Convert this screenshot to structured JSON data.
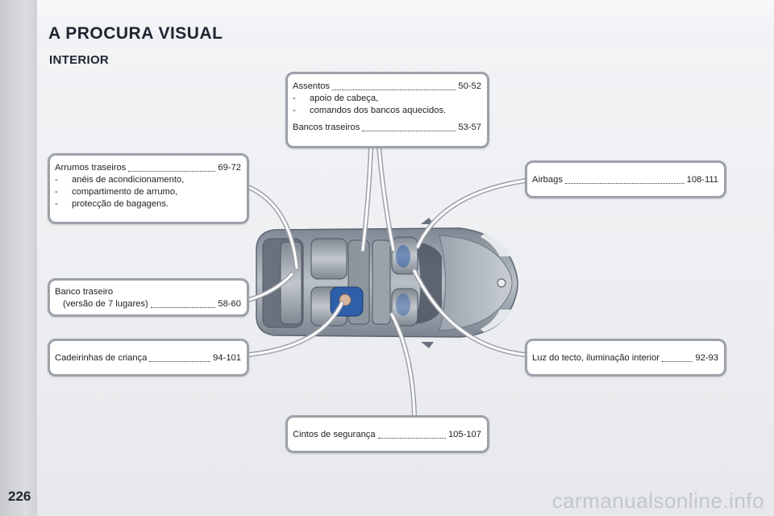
{
  "header": {
    "title": "A PROCURA VISUAL",
    "subtitle": "INTERIOR"
  },
  "page_number": "226",
  "watermark": "carmanualsonline.info",
  "callouts": {
    "assentos": {
      "label": "Assentos",
      "pages": "50-52",
      "items": [
        "apoio de cabeça,",
        "comandos dos bancos aquecidos."
      ],
      "second_label": "Bancos traseiros",
      "second_pages": "53-57"
    },
    "arrumos": {
      "label": "Arrumos traseiros",
      "pages": "69-72",
      "items": [
        "anéis de acondicionamento,",
        "compartimento de arrumo,",
        "protecção de bagagens."
      ]
    },
    "airbags": {
      "label": "Airbags",
      "pages": "108-111"
    },
    "banco_traseiro": {
      "label": "Banco traseiro",
      "sub_label": "(versão de 7 lugares)",
      "pages": "58-60"
    },
    "cadeirinhas": {
      "label": "Cadeirinhas de criança",
      "pages": "94-101"
    },
    "luz": {
      "label": "Luz do tecto, iluminação interior",
      "pages": "92-93"
    },
    "cintos": {
      "label": "Cintos de segurança",
      "pages": "105-107"
    }
  },
  "colors": {
    "callout_border": "#9da1a8",
    "car_body": "#9aa3ad",
    "seat_blue": "#2f5fa8"
  }
}
